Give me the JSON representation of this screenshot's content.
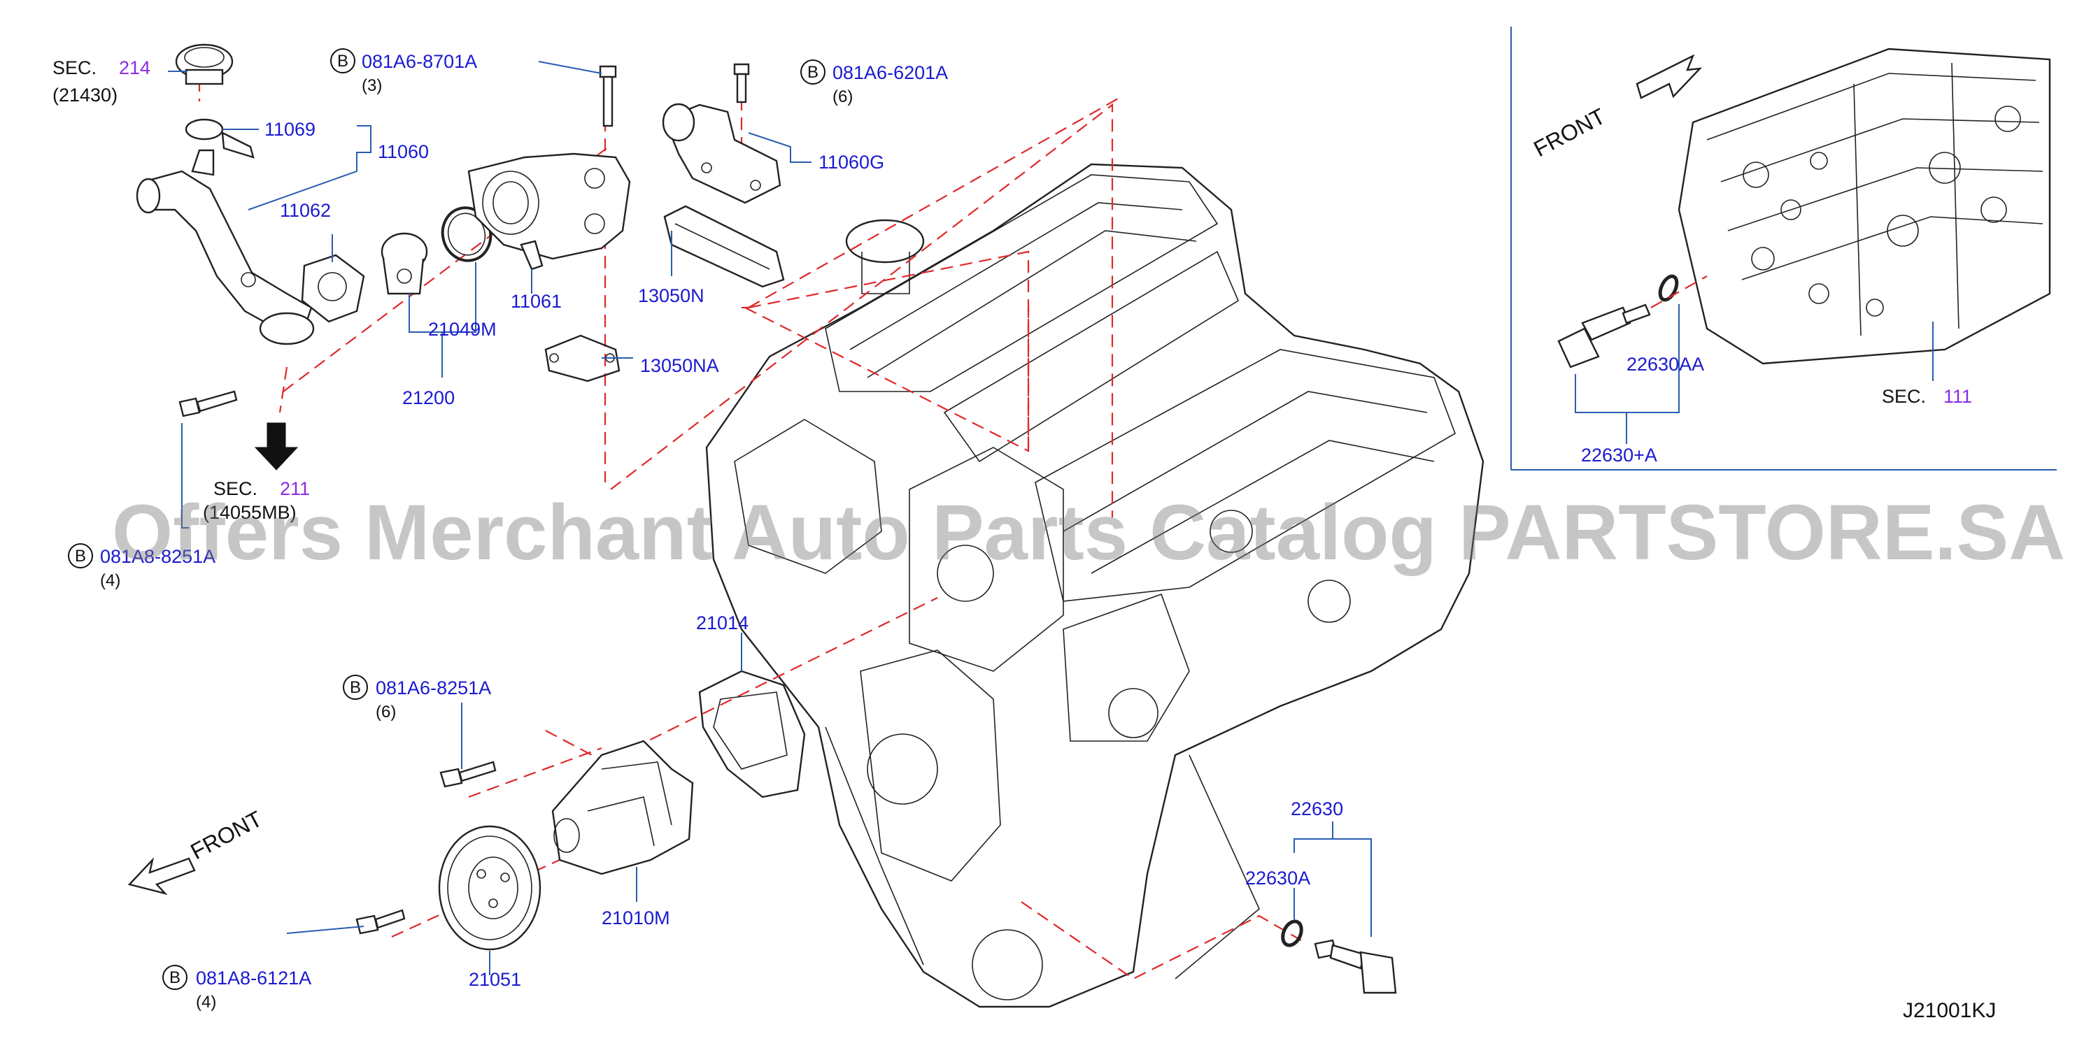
{
  "watermark": "Offers Merchant Auto Parts Catalog PARTSTORE.SA",
  "diagram_code": "J21001KJ",
  "front_main": "FRONT",
  "front_inset": "FRONT",
  "bolt_marker": "B",
  "sections": {
    "sec214": {
      "label": "SEC.",
      "num": "214",
      "sub": "(21430)"
    },
    "sec211": {
      "label": "SEC.",
      "num": "211",
      "sub": "(14055MB)"
    },
    "sec111": {
      "label": "SEC.",
      "num": "111"
    }
  },
  "bolts": {
    "b_8701A": {
      "code": "081A6-8701A",
      "qty": "(3)"
    },
    "b_6201A": {
      "code": "081A6-6201A",
      "qty": "(6)"
    },
    "b_8251A_left": {
      "code": "081A8-8251A",
      "qty": "(4)"
    },
    "b_8251A_pump": {
      "code": "081A6-8251A",
      "qty": "(6)"
    },
    "b_6121A": {
      "code": "081A8-6121A",
      "qty": "(4)"
    }
  },
  "parts": {
    "p11069": "11069",
    "p11060": "11060",
    "p11062": "11062",
    "p11061": "11061",
    "p21049M": "21049M",
    "p21200": "21200",
    "p11060G": "11060G",
    "p13050N": "13050N",
    "p13050NA": "13050NA",
    "p21014": "21014",
    "p21010M": "21010M",
    "p21051": "21051",
    "p22630": "22630",
    "p22630A": "22630A",
    "p22630AA": "22630AA",
    "p22630pA": "22630+A"
  },
  "colors": {
    "label_blue": "#1a1ad0",
    "section_purple": "#8a2be2",
    "dashed_red": "#e0282a",
    "leader_blue": "#2a5db0"
  }
}
